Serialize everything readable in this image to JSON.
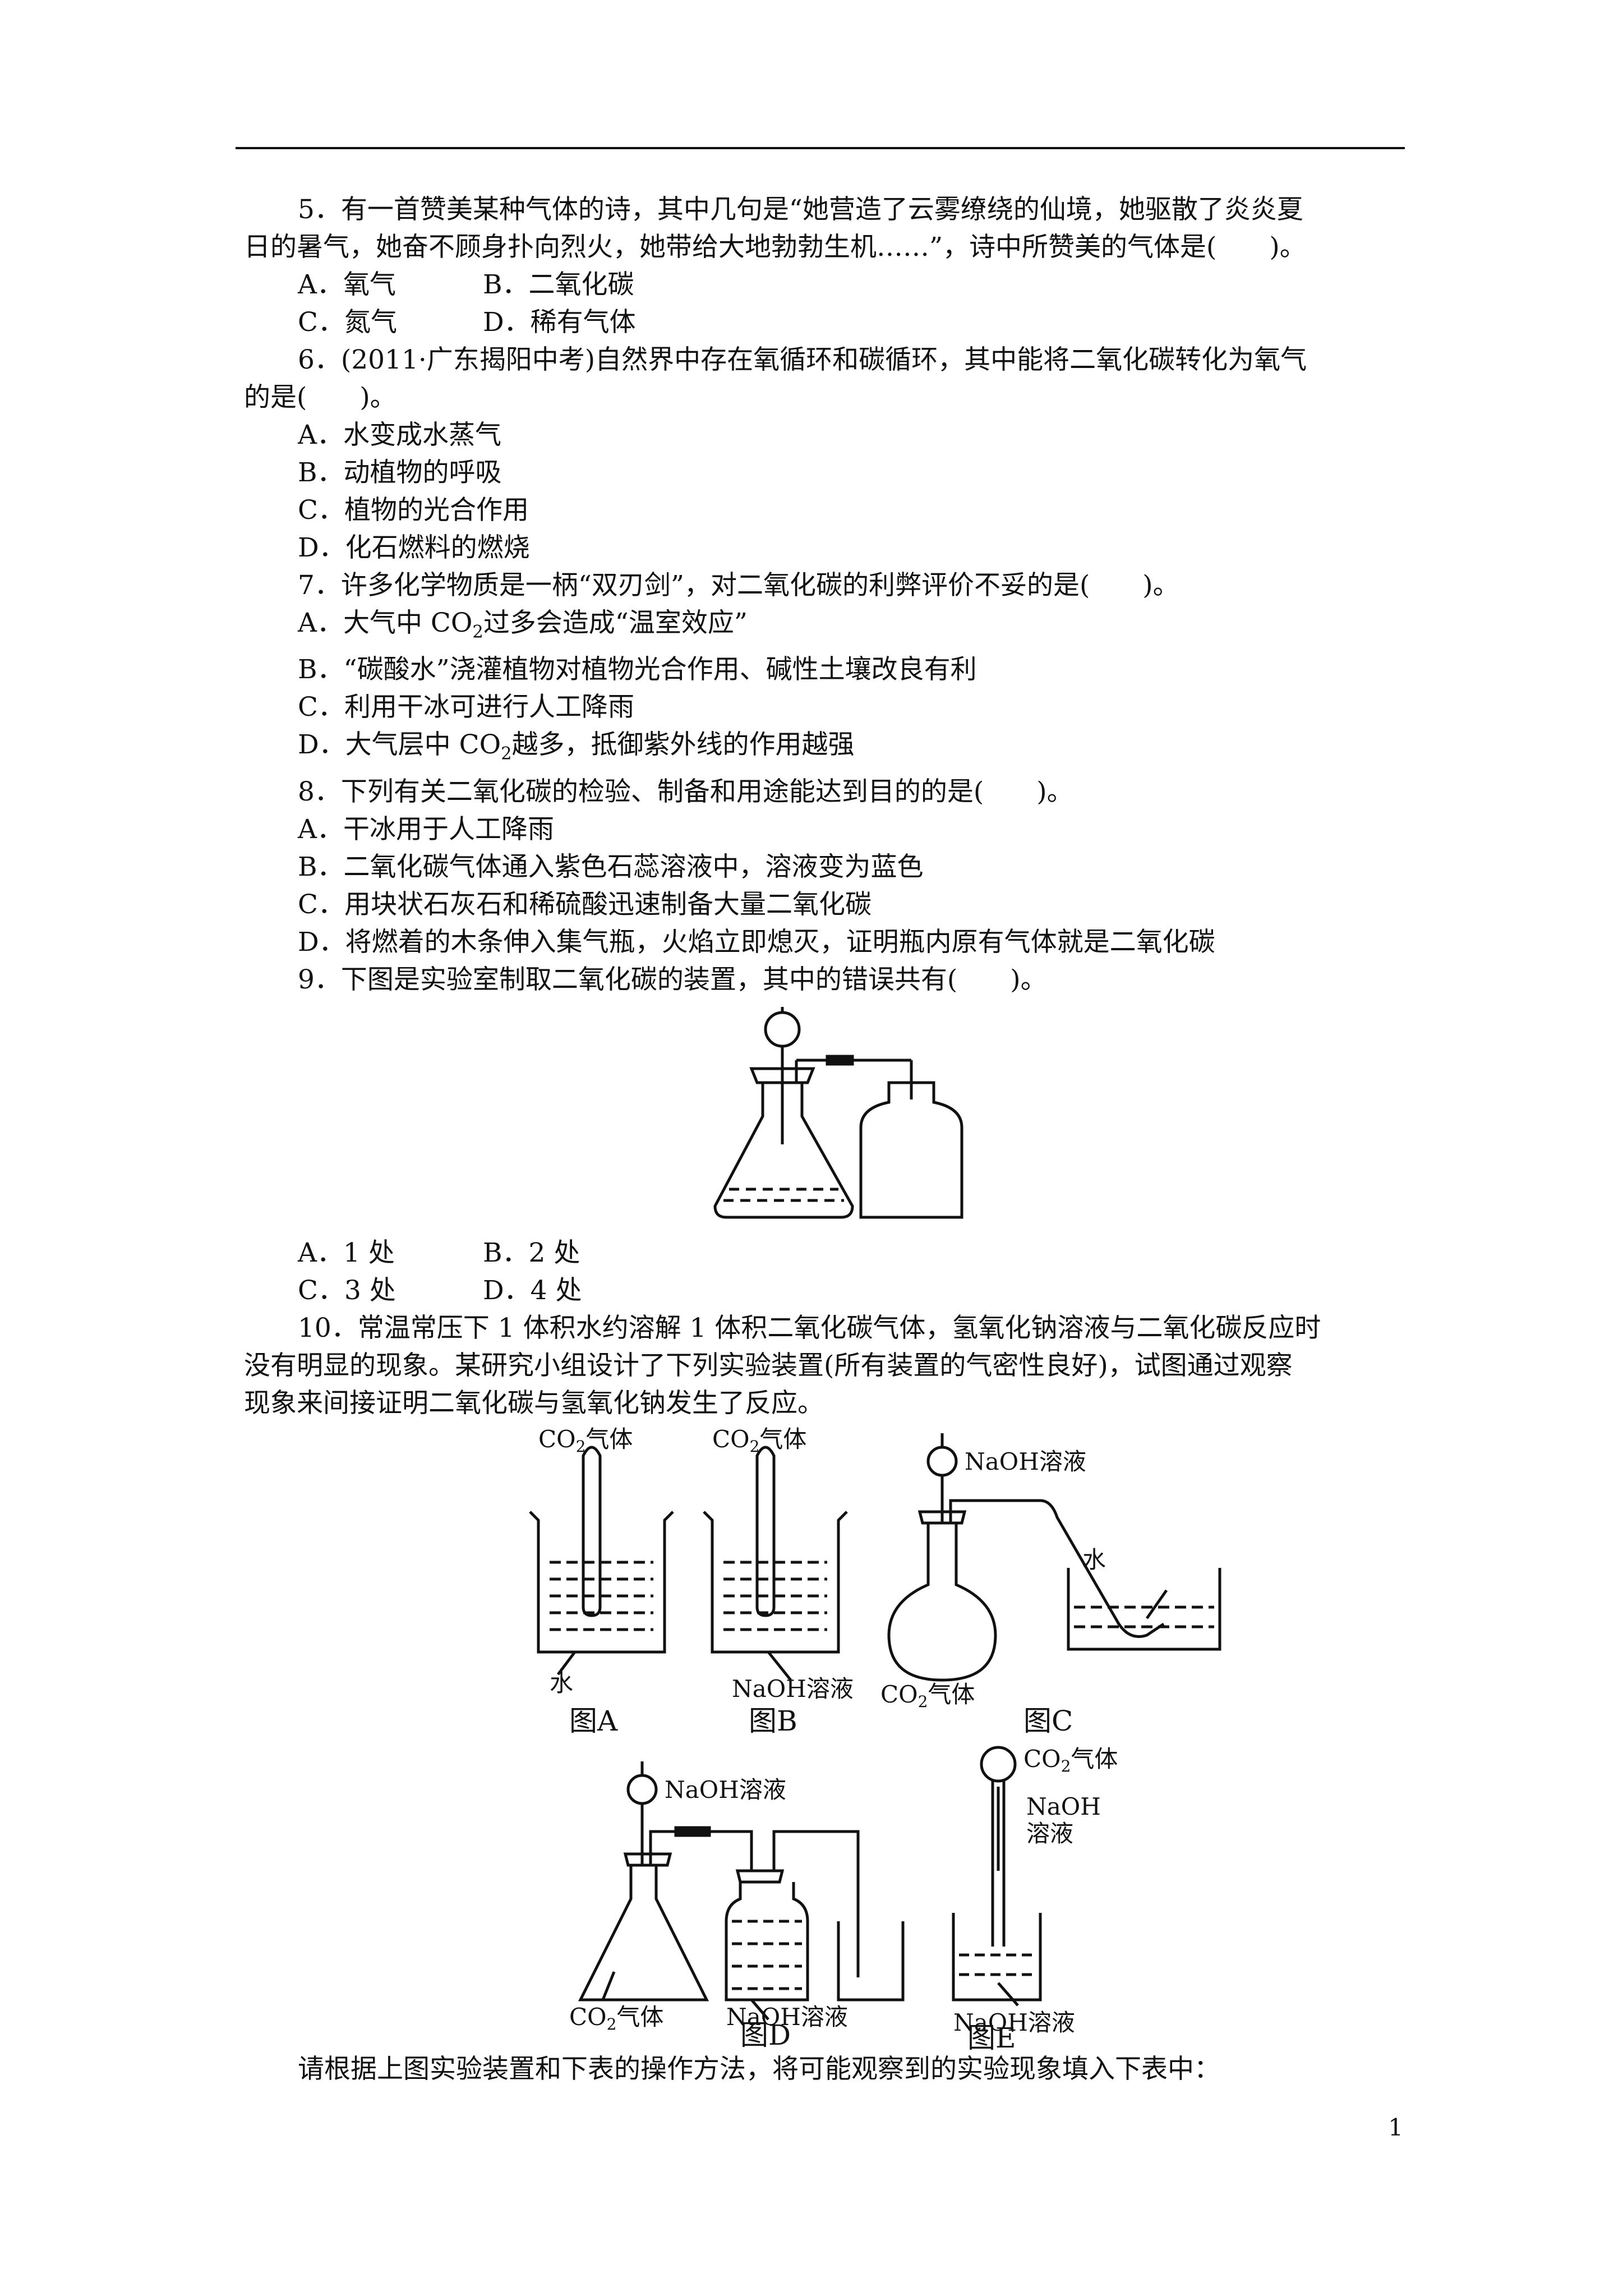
{
  "q5": {
    "stem_line1": "5．有一首赞美某种气体的诗，其中几句是“她营造了云雾缭绕的仙境，她驱散了炎炎夏",
    "stem_line2": "日的暑气，她奋不顾身扑向烈火，她带给大地勃勃生机……”，诗中所赞美的气体是(　　)。",
    "options": [
      "A．氧气",
      "B．二氧化碳",
      "C．氮气",
      "D．稀有气体"
    ]
  },
  "q6": {
    "stem_line1": "6．(2011·广东揭阳中考)自然界中存在氧循环和碳循环，其中能将二氧化碳转化为氧气",
    "stem_line2": "的是(　　)。",
    "options": [
      "A．水变成水蒸气",
      "B．动植物的呼吸",
      "C．植物的光合作用",
      "D．化石燃料的燃烧"
    ]
  },
  "q7": {
    "stem": "7．许多化学物质是一柄“双刃剑”，对二氧化碳的利弊评价不妥的是(　　)。",
    "optA_pre": "A．大气中 CO",
    "optA_post": "过多会造成“温室效应”",
    "optB": "B．“碳酸水”浇灌植物对植物光合作用、碱性土壤改良有利",
    "optC": "C．利用干冰可进行人工降雨",
    "optD_pre": "D．大气层中 CO",
    "optD_post": "越多，抵御紫外线的作用越强"
  },
  "q8": {
    "stem": "8．下列有关二氧化碳的检验、制备和用途能达到目的的是(　　)。",
    "options": [
      "A．干冰用于人工降雨",
      "B．二氧化碳气体通入紫色石蕊溶液中，溶液变为蓝色",
      "C．用块状石灰石和稀硫酸迅速制备大量二氧化碳",
      "D．将燃着的木条伸入集气瓶，火焰立即熄灭，证明瓶内原有气体就是二氧化碳"
    ]
  },
  "q9": {
    "stem": "9．下图是实验室制取二氧化碳的装置，其中的错误共有(　　)。",
    "options": [
      "A．1 处",
      "B．2 处",
      "C．3 处",
      "D．4 处"
    ]
  },
  "q10": {
    "stem_line1": "10．常温常压下 1 体积水约溶解 1 体积二氧化碳气体，氢氧化钠溶液与二氧化碳反应时",
    "stem_line2": "没有明显的现象。某研究小组设计了下列实验装置(所有装置的气密性良好)，试图通过观察",
    "stem_line3": "现象来间接证明二氧化碳与氢氧化钠发生了反应。",
    "figure_labels": {
      "co2_gas_pre": "CO",
      "sub2": "2",
      "gas": "气体",
      "water": "水",
      "naoh_solution": "NaOH溶液",
      "naoh": "NaOH",
      "solution": "溶液",
      "figA": "图A",
      "figB": "图B",
      "figC": "图C",
      "figD": "图D",
      "figE": "图E"
    },
    "closing": "请根据上图实验装置和下表的操作方法，将可能观察到的实验现象填入下表中："
  },
  "sub2": "2",
  "page_number": "1"
}
